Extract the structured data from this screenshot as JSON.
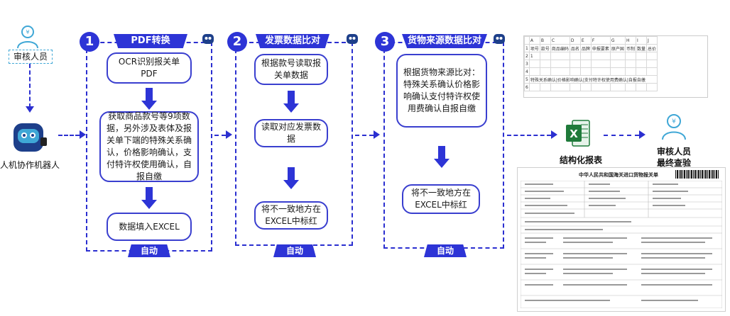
{
  "actors": {
    "top_reviewer": "审核人员",
    "robot": "人机协作机器人",
    "final_reviewer_line1": "审核人员",
    "final_reviewer_line2": "最终查验"
  },
  "stages": [
    {
      "number": "1",
      "title": "PDF转换",
      "steps": [
        "OCR识别报关单PDF",
        "获取商品款号等9项数据，另外涉及表体及报关单下端的特殊关系确认，价格影响确认，支付特许权使用确认，自报自缴",
        "数据填入EXCEL"
      ],
      "footer": "自动"
    },
    {
      "number": "2",
      "title": "发票数据比对",
      "steps": [
        "根据款号读取报关单数据",
        "读取对应发票数据",
        "将不一致地方在EXCEL中标红"
      ],
      "footer": "自动"
    },
    {
      "number": "3",
      "title": "货物来源数据比对",
      "steps": [
        "根据货物来源比对：特殊关系确认价格影响确认支付特许权使用费确认自报自缴",
        "将不一致地方在EXCEL中标红"
      ],
      "footer": "自动"
    }
  ],
  "report_label": "结构化报表",
  "spreadsheet": {
    "columns": [
      "A",
      "B",
      "C",
      "D",
      "E",
      "F",
      "G",
      "H",
      "I",
      "J"
    ],
    "header": [
      "项号",
      "款号",
      "商品编码",
      "品名",
      "品牌",
      "申报要素",
      "原产国",
      "币制",
      "数量",
      "总价"
    ],
    "row1": "1",
    "footer_row": "特殊关系确认|价格影响确认|支付特许权使用费确认|自报自缴"
  },
  "customs_form": {
    "title": "中华人民共和国海关进口货物报关单"
  },
  "colors": {
    "accent": "#2d34d6",
    "excel_green": "#1f7a3a",
    "icon_blue": "#3fa7d6"
  }
}
